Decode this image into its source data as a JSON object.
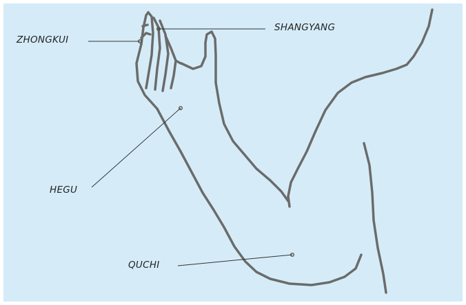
{
  "diagram": {
    "colors": {
      "background": "#d5ecf8",
      "outline": "#6b6b6b",
      "leader": "#333333"
    },
    "points": [
      {
        "id": "zhongkui",
        "label": "ZHONGKUI"
      },
      {
        "id": "shangyang",
        "label": "SHANGYANG"
      },
      {
        "id": "hegu",
        "label": "HEGU"
      },
      {
        "id": "quchi",
        "label": "QUCHI"
      }
    ]
  }
}
